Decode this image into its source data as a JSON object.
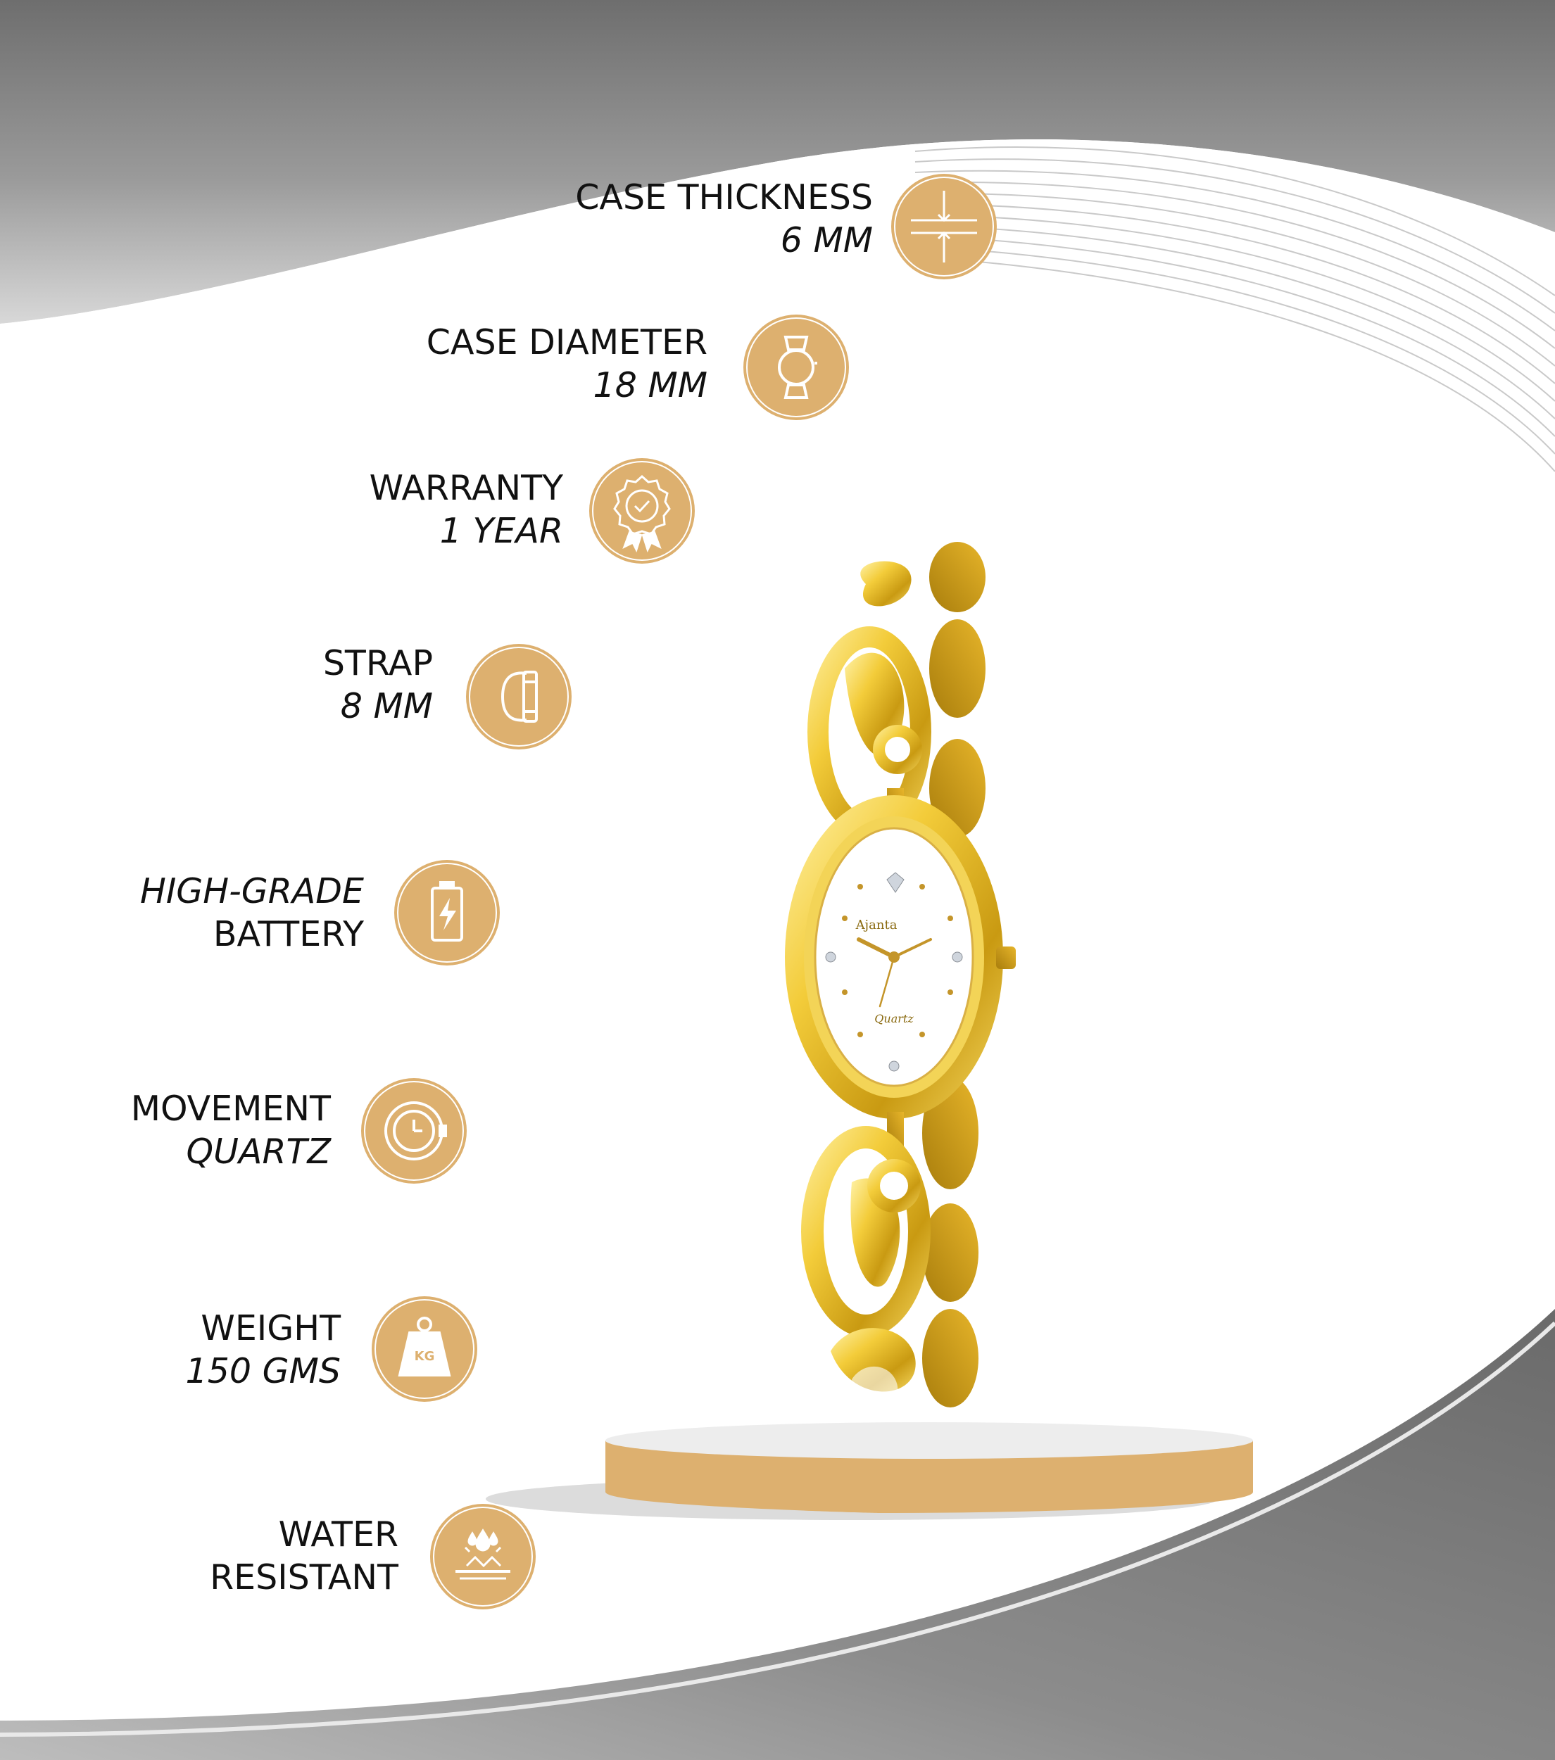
{
  "colors": {
    "gold": "#ddb06f",
    "dark_bg": "#6b6b6b",
    "text": "#111111"
  },
  "features": [
    {
      "title": "CASE THICKNESS",
      "value": "6 MM",
      "icon": "thickness-icon"
    },
    {
      "title": "CASE DIAMETER",
      "value": "18 MM",
      "icon": "watch-icon"
    },
    {
      "title": "WARRANTY",
      "value": "1 YEAR",
      "icon": "warranty-badge-icon"
    },
    {
      "title": "STRAP",
      "value": "8 MM",
      "icon": "strap-icon"
    },
    {
      "title": "HIGH-GRADE",
      "value": "BATTERY",
      "icon": "battery-icon"
    },
    {
      "title": "MOVEMENT",
      "value": "QUARTZ",
      "icon": "clock-icon"
    },
    {
      "title": "WEIGHT",
      "value": "150 GMS",
      "icon": "weight-icon"
    },
    {
      "title": "WATER",
      "value": "RESISTANT",
      "icon": "water-resistant-icon"
    }
  ],
  "product": {
    "brand": "Ajanta",
    "dial_text": "Quartz"
  }
}
